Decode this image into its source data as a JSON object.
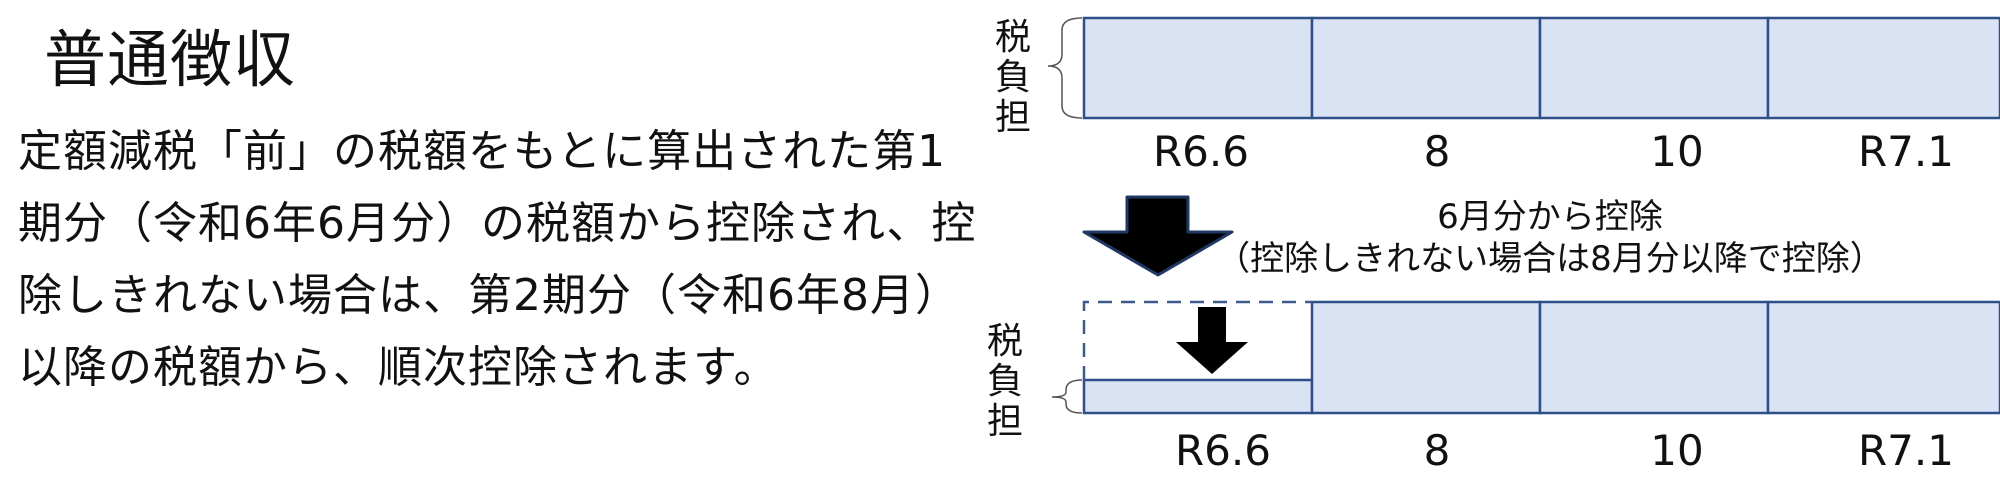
{
  "title": "普通徴収",
  "description": [
    "定額減税「前」の税額をもとに算出された第1",
    "期分（令和6年6月分）の税額から控除され、控",
    "除しきれない場合は、第2期分（令和6年8月）",
    "以降の税額から、順次控除されます。"
  ],
  "diagram": {
    "axis_label": [
      "税",
      "負",
      "担"
    ],
    "periods": [
      "R6.6",
      "8",
      "10",
      "R7.1"
    ],
    "note_line1": "6月分から控除",
    "note_line2": "（控除しきれない場合は8月分以降で控除）",
    "colors": {
      "box_fill": "#dae3f3",
      "box_stroke": "#2f4f8a",
      "dashed_stroke": "#3c5a8c",
      "arrow": "#000000"
    }
  }
}
